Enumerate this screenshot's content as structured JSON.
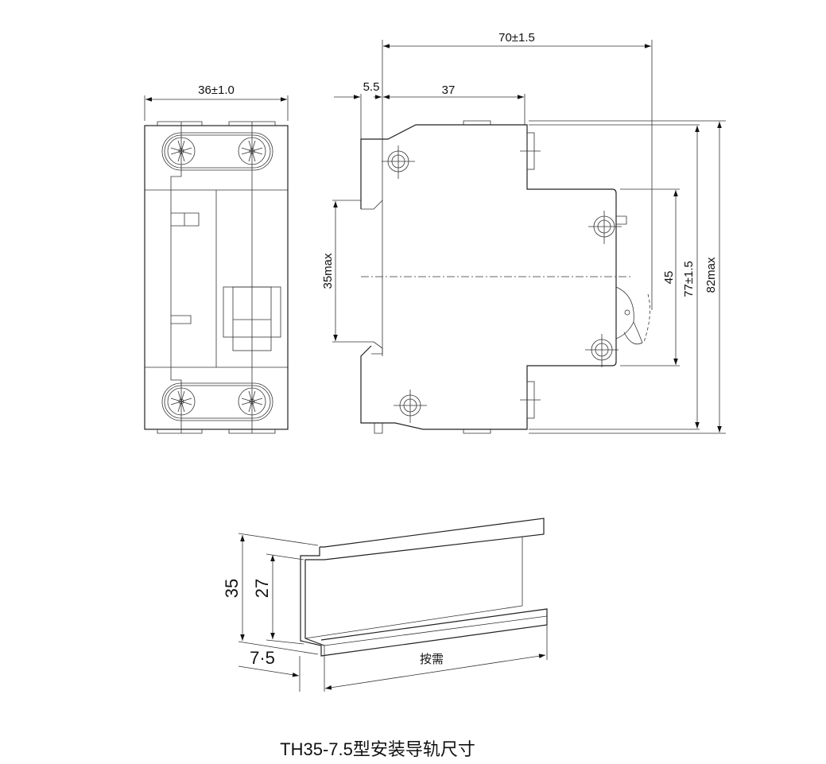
{
  "front_view": {
    "width_dim": "36±1.0"
  },
  "side_view": {
    "depth_dim": "70±1.5",
    "rail_offset_dim": "5.5",
    "front_depth_dim": "37",
    "rail_height_dim": "35max",
    "front_height_dim": "45",
    "body_height_dim": "77±1.5",
    "max_height_dim": "82max"
  },
  "rail": {
    "height_dim": "35",
    "inner_height_dim": "27",
    "depth_dim": "7·5",
    "length_label": "按需",
    "caption": "TH35-7.5型安装导轨尺寸"
  }
}
